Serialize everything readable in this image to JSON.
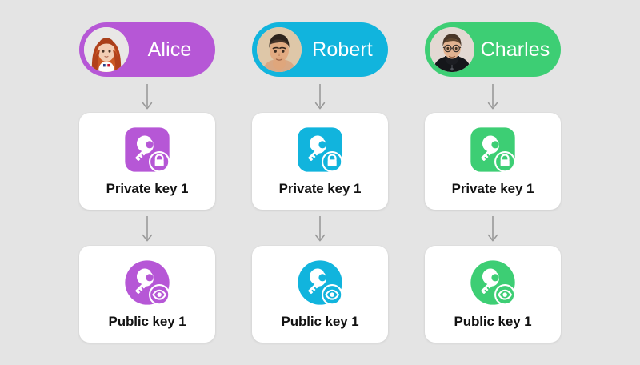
{
  "background_color": "#e4e4e4",
  "card_color": "#ffffff",
  "label_color": "#121212",
  "arrow_color": "#9a9a9a",
  "diagram": {
    "title": "",
    "columns": [
      {
        "person": {
          "name": "Alice",
          "color": "#b657d6",
          "avatar_name": "avatar-alice",
          "avatar_description": "woman with long auburn wavy hair wearing a white top"
        },
        "private_key": {
          "label": "Private key 1",
          "icon_name": "private-key-icon",
          "badge_icon_name": "lock-icon",
          "color": "#b657d6",
          "shape": "rounded-square"
        },
        "public_key": {
          "label": "Public key 1",
          "icon_name": "public-key-icon",
          "badge_icon_name": "eye-icon",
          "color": "#b657d6",
          "shape": "circle"
        },
        "arrow_person_to_private": "arrow-down-icon",
        "arrow_private_to_public": "arrow-down-icon"
      },
      {
        "person": {
          "name": "Robert",
          "color": "#11b4dd",
          "avatar_name": "avatar-robert",
          "avatar_description": "young man with short dark curly hair, bare shoulders"
        },
        "private_key": {
          "label": "Private key 1",
          "icon_name": "private-key-icon",
          "badge_icon_name": "lock-icon",
          "color": "#11b4dd",
          "shape": "rounded-square"
        },
        "public_key": {
          "label": "Public key 1",
          "icon_name": "public-key-icon",
          "badge_icon_name": "eye-icon",
          "color": "#11b4dd",
          "shape": "circle"
        },
        "arrow_person_to_private": "arrow-down-icon",
        "arrow_private_to_public": "arrow-down-icon"
      },
      {
        "person": {
          "name": "Charles",
          "color": "#3dce74",
          "avatar_name": "avatar-charles",
          "avatar_description": "man with glasses and brown hair wearing a black hoodie"
        },
        "private_key": {
          "label": "Private key 1",
          "icon_name": "private-key-icon",
          "badge_icon_name": "lock-icon",
          "color": "#3dce74",
          "shape": "rounded-square"
        },
        "public_key": {
          "label": "Public key 1",
          "icon_name": "public-key-icon",
          "badge_icon_name": "eye-icon",
          "color": "#3dce74",
          "shape": "circle"
        },
        "arrow_person_to_private": "arrow-down-icon",
        "arrow_private_to_public": "arrow-down-icon"
      }
    ]
  }
}
